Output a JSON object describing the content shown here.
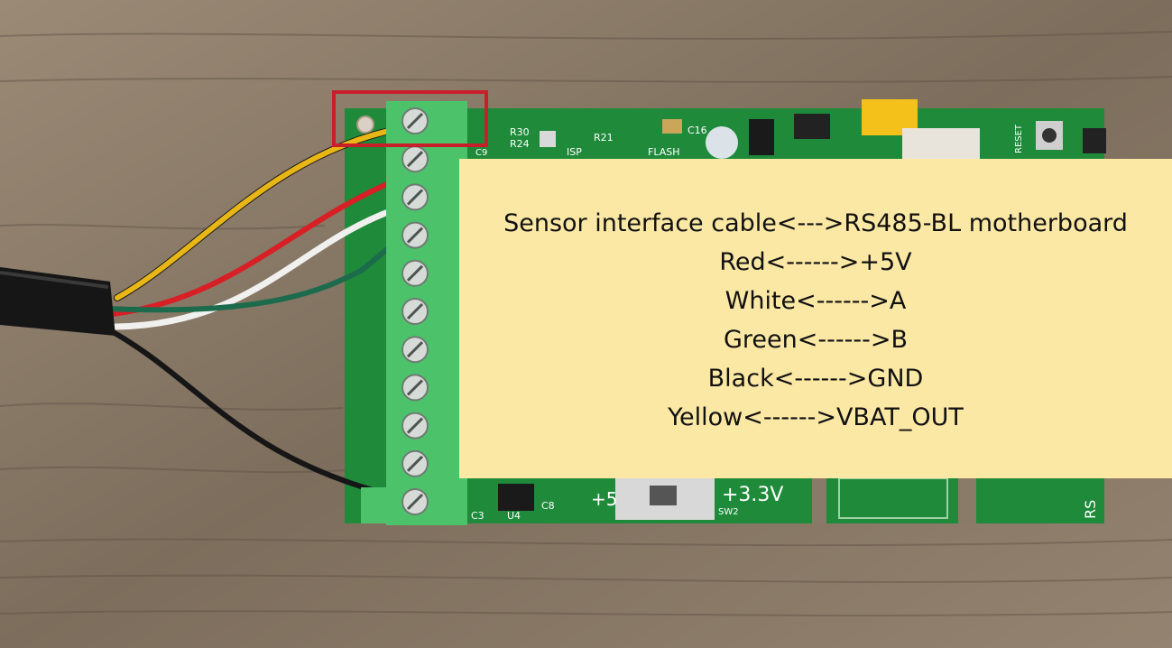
{
  "note": {
    "title": "Sensor interface cable<--->RS485-BL motherboard",
    "lines": [
      "Red<------>+5V",
      "White<------>A",
      "Green<------>B",
      "Black<------>GND",
      "Yellow<------>VBAT_OUT"
    ]
  },
  "pcb_labels": {
    "r30": "R30",
    "r24": "R24",
    "isp": "ISP",
    "flash": "FLASH",
    "r21": "R21",
    "c16": "C16",
    "reset": "RESET",
    "c9": "C9",
    "c3": "C3",
    "u4": "U4",
    "c8": "C8",
    "plus5": "+5",
    "plus33": "+3.3V",
    "sw2": "SW2",
    "rs": "RS"
  },
  "colors": {
    "highlight_box": "#c8202a",
    "note_background": "#fbe8a5",
    "pcb_green": "#1e8a3a",
    "terminal_green": "#4cc36a"
  }
}
